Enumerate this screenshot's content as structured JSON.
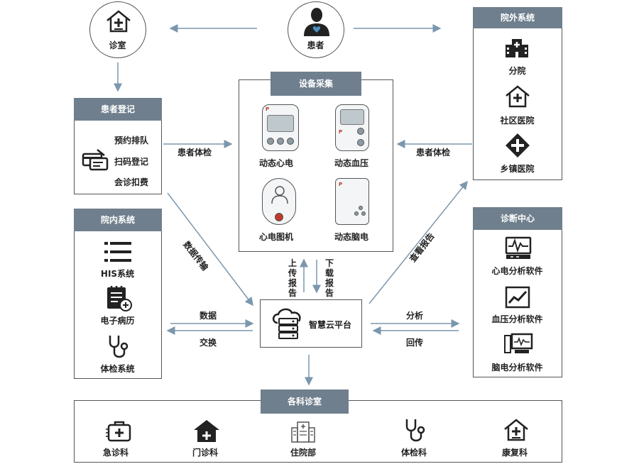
{
  "nodes": {
    "clinic": "诊室",
    "patient": "患者",
    "cloud": "智慧云平台"
  },
  "external": {
    "title": "院外系统",
    "items": [
      "分院",
      "社区医院",
      "乡镇医院"
    ]
  },
  "registration": {
    "title": "患者登记",
    "items": [
      "预约排队",
      "扫码登记",
      "会诊扣费"
    ]
  },
  "devices": {
    "title": "设备采集",
    "items": [
      "动态心电",
      "动态血压",
      "心电图机",
      "动态脑电"
    ]
  },
  "internal": {
    "title": "院内系统",
    "items": [
      "HIS系统",
      "电子病历",
      "体检系统"
    ]
  },
  "diagnosis": {
    "title": "诊断中心",
    "items": [
      "心电分析软件",
      "血压分析软件",
      "脑电分析软件"
    ]
  },
  "departments": {
    "title": "各科诊室",
    "items": [
      "急诊科",
      "门诊科",
      "住院部",
      "体检科",
      "康复科"
    ]
  },
  "edges": {
    "checkup_left": "患者体检",
    "checkup_right": "患者体检",
    "data_transfer": "数据传输",
    "upload": "上传报告",
    "download": "下载报告",
    "view_report": "查看报告",
    "data": "数据",
    "exchange": "交换",
    "analyze": "分析",
    "return": "回传"
  }
}
